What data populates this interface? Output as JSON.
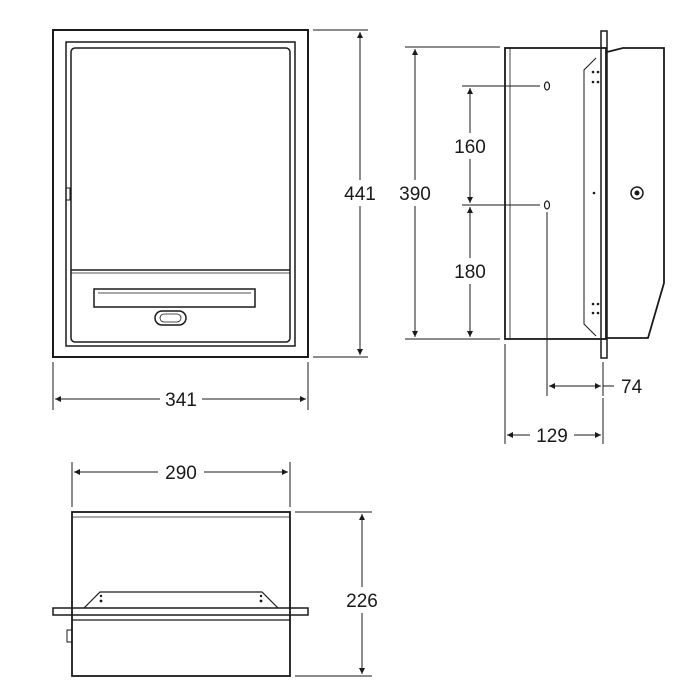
{
  "drawing": {
    "colors": {
      "stroke": "#1a1a1a",
      "background": "#ffffff"
    },
    "dimensions": {
      "front_width": "341",
      "front_height": "441",
      "side_overall_height": "390",
      "side_upper_spacing": "160",
      "side_lower_spacing": "180",
      "side_hole_offset": "74",
      "side_depth": "129",
      "bottom_width": "290",
      "bottom_depth": "226"
    }
  }
}
